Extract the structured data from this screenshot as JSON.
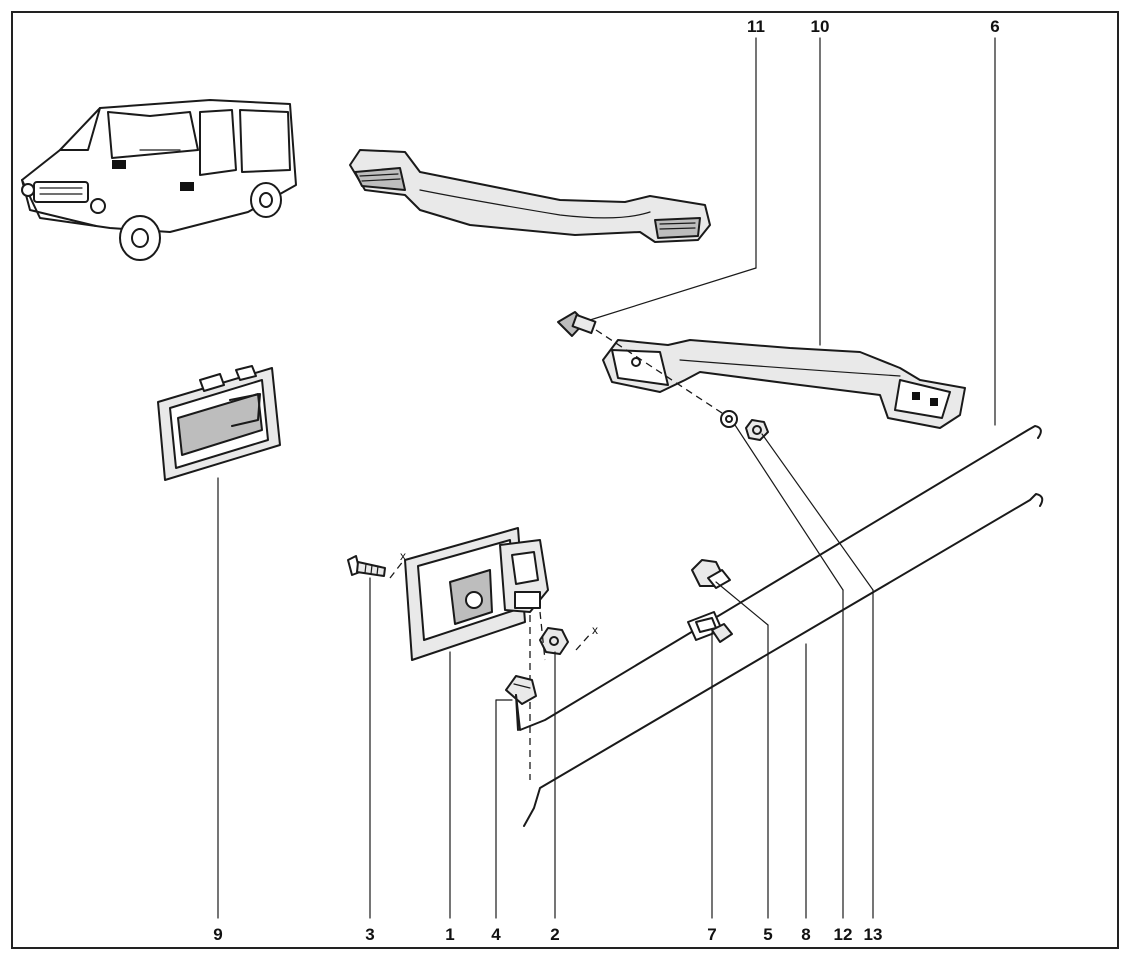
{
  "diagram": {
    "callouts": {
      "c1": "1",
      "c2": "2",
      "c3": "3",
      "c4": "4",
      "c5": "5",
      "c6": "6",
      "c7": "7",
      "c8": "8",
      "c9": "9",
      "c10": "10",
      "c11": "11",
      "c12": "12",
      "c13": "13"
    },
    "marks": {
      "x_screw": "x",
      "x_nut": "x"
    }
  }
}
